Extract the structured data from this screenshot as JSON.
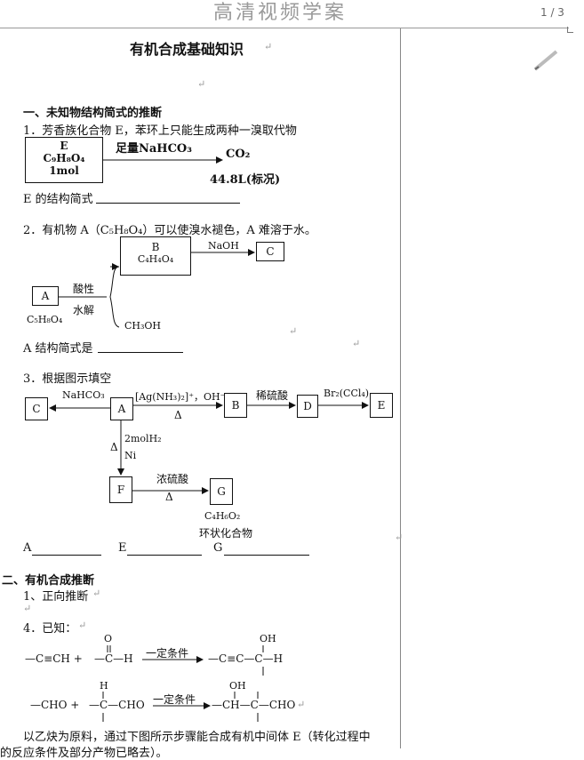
{
  "header": {
    "watermark": "高清视频学案",
    "page": "1 / 3"
  },
  "title": "有机合成基础知识",
  "sec1": {
    "heading": "一、未知物结构简式的推断",
    "q1": {
      "text": "1．芳香族化合物 E，苯环上只能生成两种一溴取代物",
      "box": [
        "E",
        "C₉H₈O₄",
        "1mol"
      ],
      "reagent": "足量NaHCO₃",
      "product": "CO₂",
      "volume": "44.8L(标况)",
      "answer": "E 的结构简式"
    },
    "q2": {
      "text": "2．有机物 A（C₅H₈O₄）可以使溴水褪色，A 难溶于水。",
      "a": "A",
      "a_formula": "C₅H₈O₄",
      "cond1": "酸性",
      "cond2": "水解",
      "b": "B",
      "b_formula": "C₄H₄O₄",
      "naoh": "NaOH",
      "c": "C",
      "ch3oh": "CH₃OH",
      "answer": "A 结构简式是"
    },
    "q3": {
      "text": "3．根据图示填空",
      "c": "C",
      "nahco3": "NaHCO₃",
      "a": "A",
      "ag": "[Ag(NH₃)₂]⁺，OH⁻",
      "delta": "Δ",
      "b": "B",
      "dil": "稀硫酸",
      "d": "D",
      "br": "Br₂(CCl₄)",
      "e": "E",
      "h2": "2molH₂",
      "ni": "Ni",
      "f": "F",
      "conc": "浓硫酸",
      "g": "G",
      "g_formula": "C₄H₆O₂",
      "g_desc": "环状化合物",
      "blank_a": "A",
      "blank_e": "E",
      "blank_g": "G"
    }
  },
  "sec2": {
    "heading": "二、有机合成推断",
    "forward": "1、正向推断",
    "q4": "4．已知：",
    "r1_left": "—C≡CH +",
    "r1_o": "O",
    "r1_c": "—C—H",
    "r1_cond": "一定条件",
    "r1_prod": "—C≡C—C—H",
    "r1_oh": "OH",
    "r2_left": "—CHO +",
    "r2_h": "H",
    "r2_c": "—C—CHO",
    "r2_cond": "一定条件",
    "r2_oh": "OH",
    "r2_prod": "—CH—C—CHO",
    "bottom": "以乙炔为原料，通过下图所示步骤能合成有机中间体 E（转化过程中",
    "bottom2": "的反应条件及部分产物已略去）。"
  },
  "icons": {
    "return": "↵",
    "pencil": "pencil-icon"
  }
}
